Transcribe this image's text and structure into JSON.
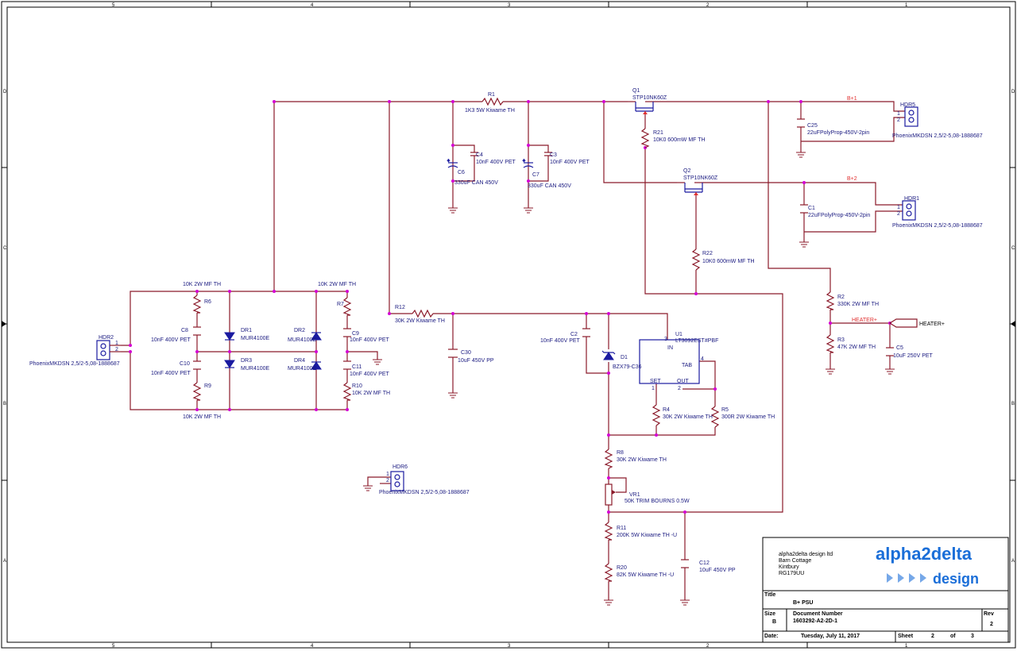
{
  "frame": {
    "cols": [
      "5",
      "4",
      "3",
      "2",
      "1"
    ],
    "rows": [
      "D",
      "C",
      "B",
      "A"
    ]
  },
  "nets": {
    "b1": "B+1",
    "b2": "B+2",
    "heater": "HEATER+",
    "heater_port": "HEATER+"
  },
  "parts": {
    "r1": {
      "ref": "R1",
      "val": "1K3 5W Kiwame TH"
    },
    "c4": {
      "ref": "C4",
      "val": "10nF 400V PET"
    },
    "c6": {
      "ref": "C6",
      "val": "330uF CAN 450V"
    },
    "c3": {
      "ref": "C3",
      "val": "10nF 400V PET"
    },
    "c7": {
      "ref": "C7",
      "val": "330uF CAN 450V"
    },
    "q1": {
      "ref": "Q1",
      "val": "STP10NK60Z"
    },
    "r21": {
      "ref": "R21",
      "val": "10K0 600mW MF TH"
    },
    "q2": {
      "ref": "Q2",
      "val": "STP10NK60Z"
    },
    "r22": {
      "ref": "R22",
      "val": "10K0 600mW MF TH"
    },
    "c25": {
      "ref": "C25",
      "val": "22uFPolyProp-450V-2pin"
    },
    "c1": {
      "ref": "C1",
      "val": "22uFPolyProp-450V-2pin"
    },
    "hdr5": {
      "ref": "HDR5",
      "val": "PhoenixMKDSN 2,5/2-5,08-1888687"
    },
    "hdr1": {
      "ref": "HDR1",
      "val": "PhoenixMKDSN 2,5/2-5,08-1888687"
    },
    "hdr2": {
      "ref": "HDR2",
      "val": "PhoenixMKDSN 2,5/2-5,08-1888687"
    },
    "hdr6": {
      "ref": "HDR6",
      "val": "PhoenixMKDSN 2,5/2-5,08-1888687"
    },
    "r6": {
      "ref": "R6",
      "val": "10K 2W MF TH"
    },
    "r7": {
      "ref": "R7",
      "val": "10K 2W MF TH"
    },
    "r9": {
      "ref": "R9",
      "val": "10K 2W MF TH"
    },
    "r10": {
      "ref": "R10",
      "val": "10K 2W MF TH"
    },
    "c8": {
      "ref": "C8",
      "val": "10nF 400V PET"
    },
    "c9": {
      "ref": "C9",
      "val": "10nF 400V PET"
    },
    "c10": {
      "ref": "C10",
      "val": "10nF 400V PET"
    },
    "c11": {
      "ref": "C11",
      "val": "10nF 400V PET"
    },
    "dr1": {
      "ref": "DR1",
      "val": "MUR4100E"
    },
    "dr2": {
      "ref": "DR2",
      "val": "MUR4100E"
    },
    "dr3": {
      "ref": "DR3",
      "val": "MUR4100E"
    },
    "dr4": {
      "ref": "DR4",
      "val": "MUR4100E"
    },
    "r12": {
      "ref": "R12",
      "val": "30K 2W Kiwame TH"
    },
    "c30": {
      "ref": "C30",
      "val": "10uF 450V PP"
    },
    "c2": {
      "ref": "C2",
      "val": "10nF 400V PET"
    },
    "d1": {
      "ref": "D1",
      "val": "BZX79-C36"
    },
    "u1": {
      "ref": "U1",
      "val": "LT3092EST#PBF",
      "pin_in": "IN",
      "pin_tab": "TAB",
      "pin_set": "SET",
      "pin_out": "OUT",
      "n1": "1",
      "n2": "2",
      "n3": "3",
      "n4": "4"
    },
    "r4": {
      "ref": "R4",
      "val": "30K 2W Kiwame TH"
    },
    "r5": {
      "ref": "R5",
      "val": "300R 2W Kiwame TH"
    },
    "r8": {
      "ref": "R8",
      "val": "30K 2W Kiwame TH"
    },
    "vr1": {
      "ref": "VR1",
      "val": "50K TRIM BOURNS 0.5W"
    },
    "r11": {
      "ref": "R11",
      "val": "200K 5W Kiwame TH -U"
    },
    "r20": {
      "ref": "R20",
      "val": "82K 5W Kiwame TH -U"
    },
    "c12": {
      "ref": "C12",
      "val": "10uF 450V PP"
    },
    "r2": {
      "ref": "R2",
      "val": "330K 2W MF TH"
    },
    "r3": {
      "ref": "R3",
      "val": "47K 2W MF TH"
    },
    "c5": {
      "ref": "C5",
      "val": "10uF 250V PET"
    }
  },
  "pins": {
    "one": "1",
    "two": "2"
  },
  "title_block": {
    "company": [
      "alpha2delta design ltd",
      "Barn Cottage",
      "Kintbury",
      "RG179UU"
    ],
    "logo_top": "alpha2delta",
    "logo_bottom": "design",
    "title_label": "Title",
    "title": "B+ PSU",
    "size_label": "Size",
    "size": "B",
    "docnum_label": "Document Number",
    "docnum": "1603292-A2-2D-1",
    "rev_label": "Rev",
    "rev": "2",
    "date_label": "Date:",
    "date": "Tuesday, July 11, 2017",
    "sheet_label": "Sheet",
    "sheet": "2",
    "of_label": "of",
    "sheets": "3"
  }
}
